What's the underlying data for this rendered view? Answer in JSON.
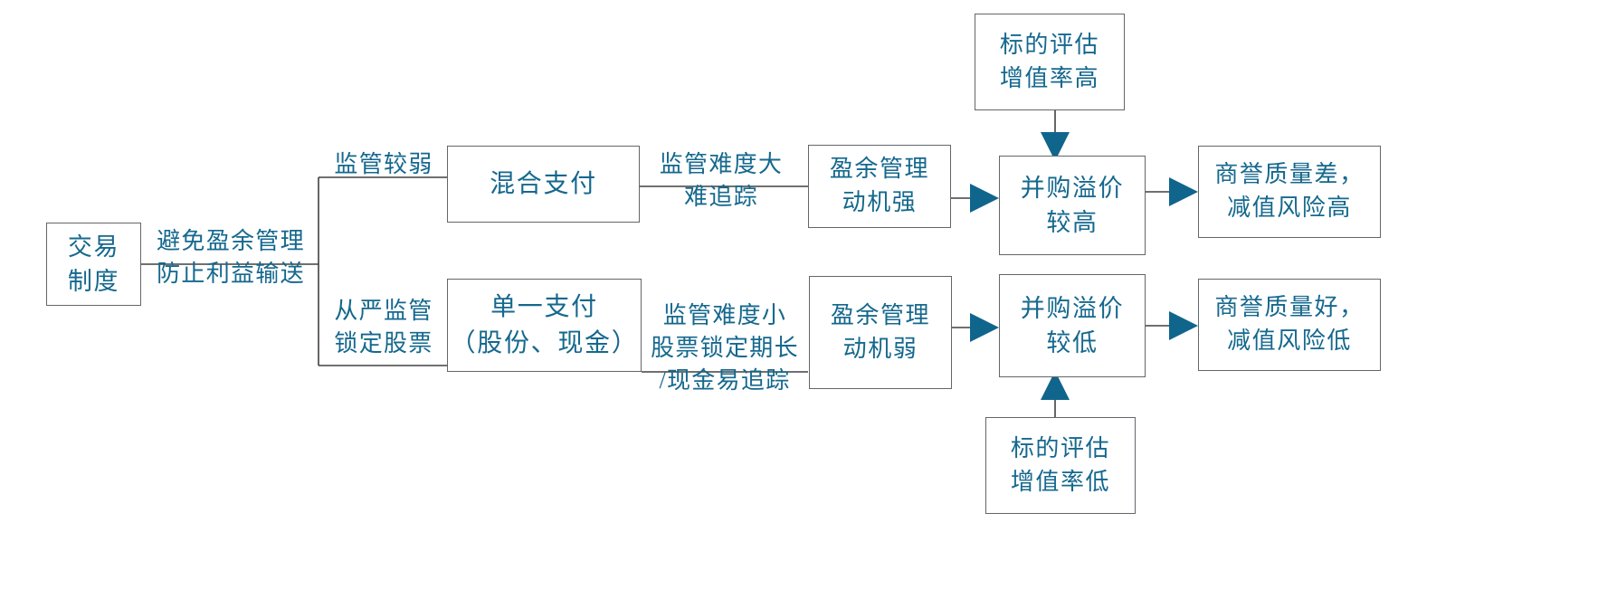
{
  "diagram": {
    "title": "交易制度与并购溢价、商誉质量传导路径图",
    "colors": {
      "text": "#15688E",
      "box_border": "#63666A",
      "line": "#404040",
      "arrow_fill": "#10658C",
      "background": "#ffffff"
    },
    "nodes": [
      {
        "id": "trading-system",
        "name": "node-trading-system",
        "lines": [
          "交易",
          "制度"
        ]
      },
      {
        "id": "mixed-payment",
        "name": "node-mixed-payment",
        "lines": [
          "混合支付"
        ]
      },
      {
        "id": "earnings-mgmt-strong",
        "name": "node-earnings-management-strong",
        "lines": [
          "盈余管理",
          "动机强"
        ]
      },
      {
        "id": "valuation-premium-high",
        "name": "node-valuation-appreciation-high",
        "lines": [
          "标的评估",
          "增值率高"
        ]
      },
      {
        "id": "ma-premium-high",
        "name": "node-ma-premium-high",
        "lines": [
          "并购溢价",
          "较高"
        ]
      },
      {
        "id": "goodwill-bad",
        "name": "node-goodwill-quality-poor",
        "lines": [
          "商誉质量差，",
          "减值风险高"
        ]
      },
      {
        "id": "single-payment",
        "name": "node-single-payment",
        "lines": [
          "单一支付",
          "（股份、现金）"
        ]
      },
      {
        "id": "earnings-mgmt-weak",
        "name": "node-earnings-management-weak",
        "lines": [
          "盈余管理",
          "动机弱"
        ]
      },
      {
        "id": "ma-premium-low",
        "name": "node-ma-premium-low",
        "lines": [
          "并购溢价",
          "较低"
        ]
      },
      {
        "id": "goodwill-good",
        "name": "node-goodwill-quality-good",
        "lines": [
          "商誉质量好，",
          "减值风险低"
        ]
      },
      {
        "id": "valuation-premium-low",
        "name": "node-valuation-appreciation-low",
        "lines": [
          "标的评估",
          "增值率低"
        ]
      }
    ],
    "edge_labels": [
      {
        "id": "root-purpose",
        "name": "edge-label-root-purpose",
        "lines": [
          "避免盈余管理",
          "防止利益输送"
        ]
      },
      {
        "id": "weak-regulation",
        "name": "edge-label-weak-regulation",
        "lines": [
          "监管较弱"
        ]
      },
      {
        "id": "hard-to-regulate",
        "name": "edge-label-hard-to-regulate",
        "lines": [
          "监管难度大",
          "难追踪"
        ]
      },
      {
        "id": "strict-regulation",
        "name": "edge-label-strict-regulation",
        "lines": [
          "从严监管",
          "锁定股票"
        ]
      },
      {
        "id": "easy-to-regulate",
        "name": "edge-label-easy-to-regulate",
        "lines": [
          "监管难度小",
          "股票锁定期长",
          "/现金易追踪"
        ]
      }
    ]
  }
}
